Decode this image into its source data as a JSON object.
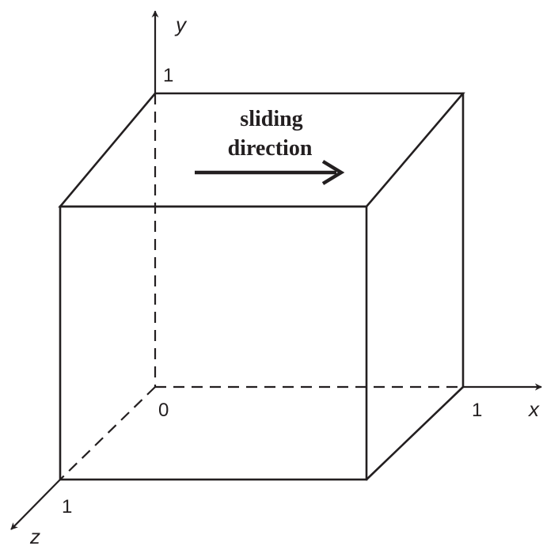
{
  "axes": {
    "x": {
      "name": "x",
      "tick_end": "1"
    },
    "y": {
      "name": "y",
      "tick_end": "1"
    },
    "z": {
      "name": "z",
      "tick_end": "1"
    },
    "origin_label": "0"
  },
  "annotation": {
    "line1": "sliding",
    "line2": "direction"
  },
  "colors": {
    "ink": "#231f20",
    "background": "#ffffff"
  }
}
